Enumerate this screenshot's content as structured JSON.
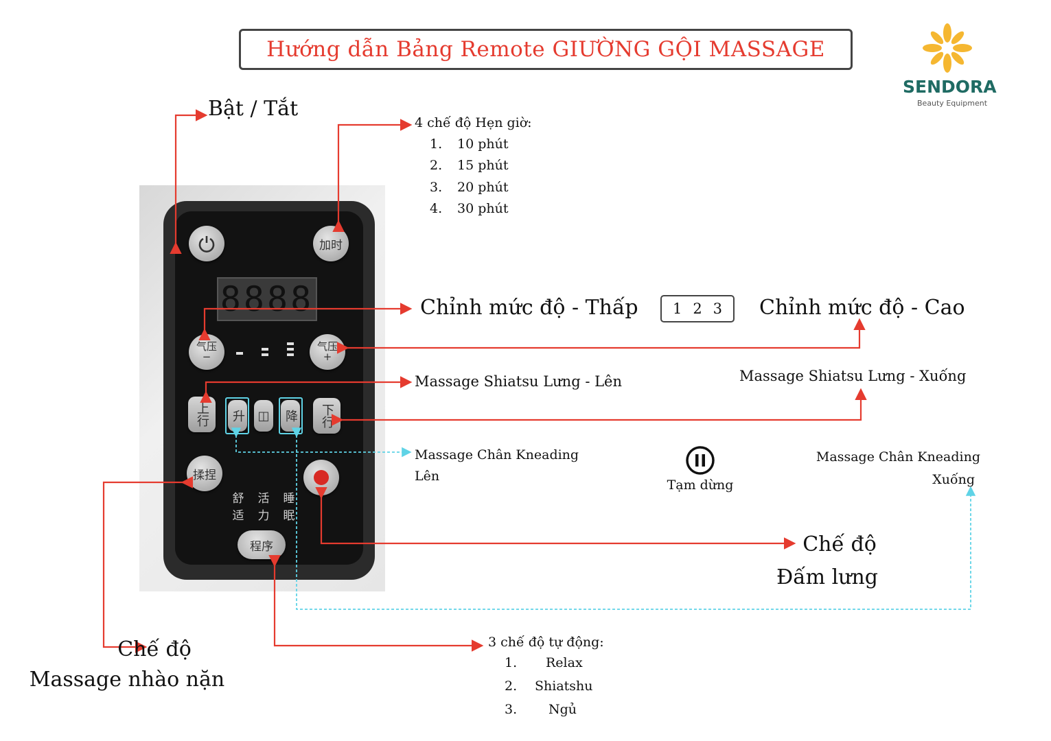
{
  "title": "Hướng dẫn Bảng Remote GIƯỜNG GỘI MASSAGE",
  "logo": {
    "name": "SENDORA",
    "tagline": "Beauty Equipment",
    "color": "#1f6b63",
    "flower_color": "#f5b731"
  },
  "colors": {
    "arrow_red": "#e53b2f",
    "arrow_cyan": "#5fd3e6",
    "title_red": "#e53b2f"
  },
  "labels": {
    "power": "Bật / Tắt",
    "timer_heading": "4 chế độ Hẹn giờ:",
    "timer_options": [
      {
        "num": "1.",
        "text": "10 phút"
      },
      {
        "num": "2.",
        "text": "15 phút"
      },
      {
        "num": "3.",
        "text": "20 phút"
      },
      {
        "num": "4.",
        "text": "30 phút"
      }
    ],
    "level_low": "Chỉnh mức độ - Thấp",
    "level_values": [
      "1",
      "2",
      "3"
    ],
    "level_high": "Chỉnh mức độ - Cao",
    "shiatsu_up": "Massage Shiatsu Lưng - Lên",
    "shiatsu_down": "Massage Shiatsu Lưng - Xuống",
    "kneading_up_line1": "Massage Chân Kneading",
    "kneading_up_line2": "Lên",
    "pause": "Tạm dừng",
    "kneading_down_line1": "Massage Chân Kneading",
    "kneading_down_line2": "Xuống",
    "tapping_line1": "Chế độ",
    "tapping_line2": "Đấm lưng",
    "knead_mode_line1": "Chế độ",
    "knead_mode_line2": "Massage nhào nặn",
    "auto_heading": "3 chế độ tự động:",
    "auto_options": [
      {
        "num": "1.",
        "text": "Relax"
      },
      {
        "num": "2.",
        "text": "Shiatshu"
      },
      {
        "num": "3.",
        "text": "Ngủ"
      }
    ]
  },
  "remote": {
    "display": "8888",
    "timer_button": "加时",
    "pressure_minus": "气压",
    "pressure_plus": "气压",
    "up_button": "上行",
    "rise_button": "升",
    "pause_glyph": "◫",
    "lower_button": "降",
    "down_button": "下行",
    "knead_button": "揉捏",
    "program_button": "程序",
    "modes": [
      {
        "top": "舒",
        "bottom": "适"
      },
      {
        "top": "活",
        "bottom": "力"
      },
      {
        "top": "睡",
        "bottom": "眠"
      }
    ]
  }
}
